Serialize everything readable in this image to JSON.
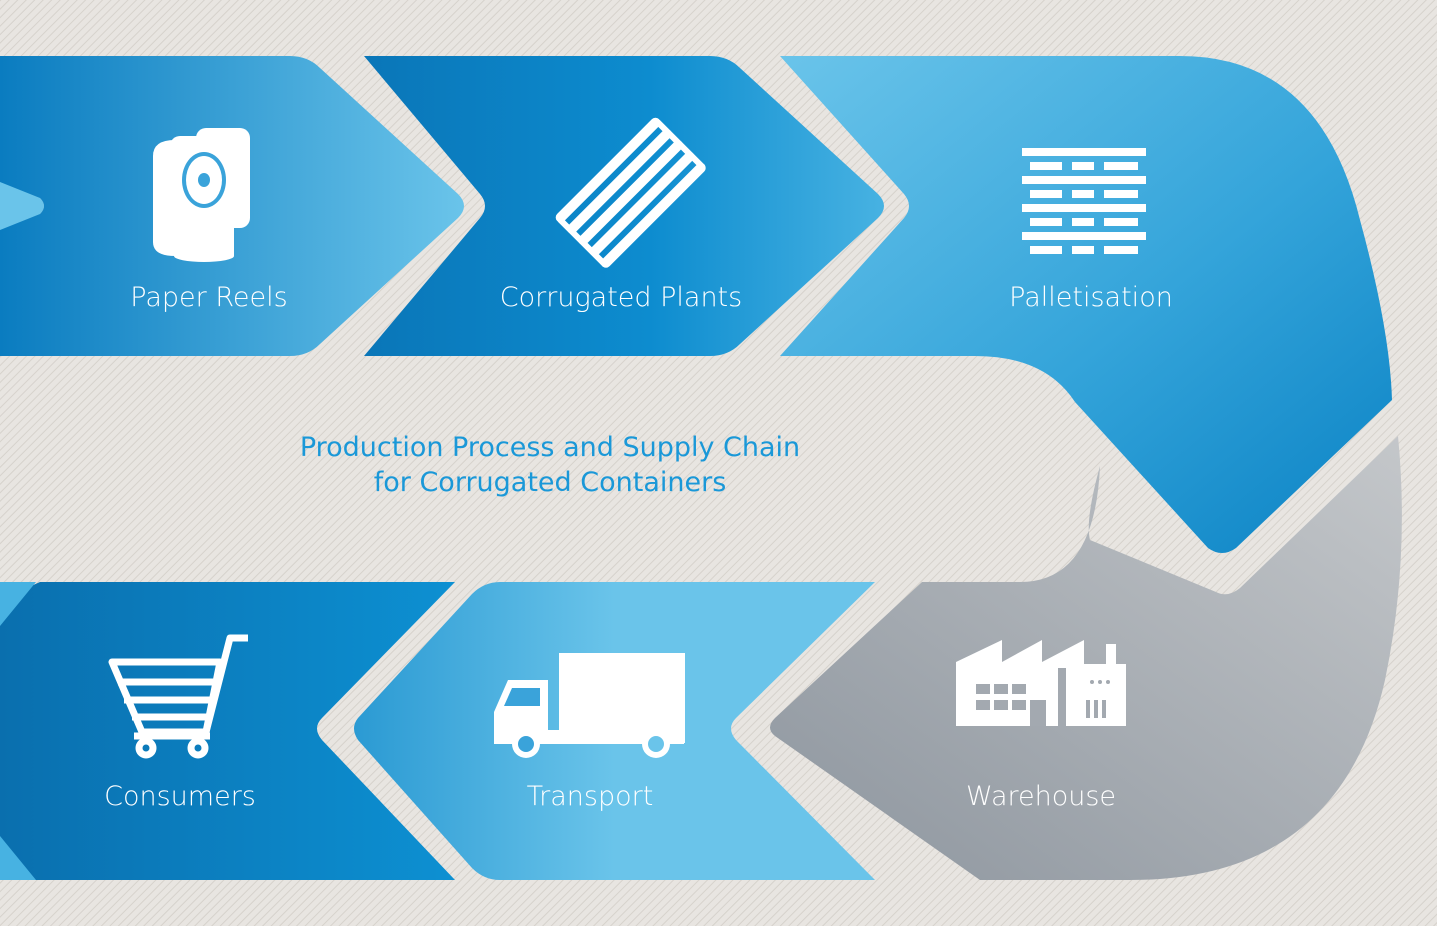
{
  "title": {
    "line1": "Production Process and Supply Chain",
    "line2": "for Corrugated Containers"
  },
  "steps": [
    {
      "label": "Paper Reels",
      "icon": "paper-reels-icon"
    },
    {
      "label": "Corrugated Plants",
      "icon": "corrugated-sheet-icon"
    },
    {
      "label": "Palletisation",
      "icon": "pallet-icon"
    },
    {
      "label": "Warehouse",
      "icon": "warehouse-icon"
    },
    {
      "label": "Transport",
      "icon": "truck-icon"
    },
    {
      "label": "Consumers",
      "icon": "shopping-cart-icon"
    }
  ],
  "colors": {
    "background": "#e8e5e1",
    "blue_dark": "#0a7cc0",
    "blue_light": "#6ac4ea",
    "gray_dark": "#8d959e",
    "gray_light": "#c4c7ca",
    "title": "#1a98d8"
  }
}
